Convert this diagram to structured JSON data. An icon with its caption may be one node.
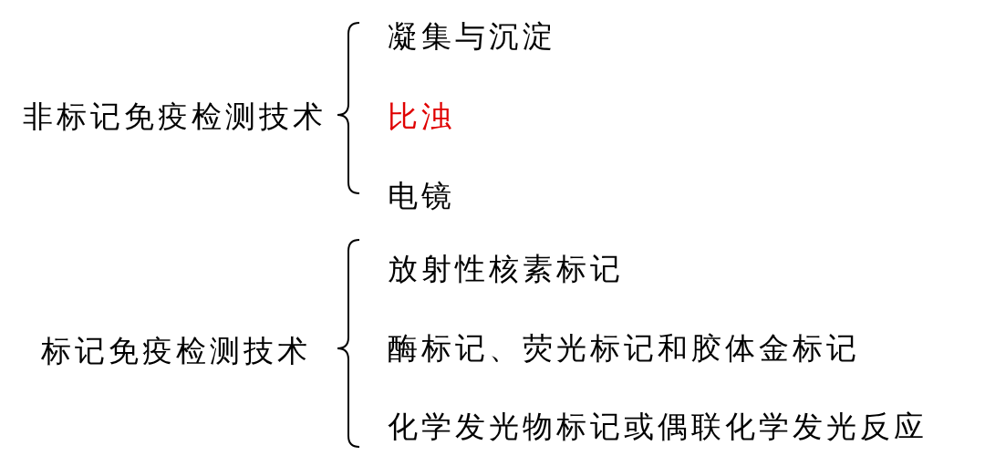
{
  "diagram": {
    "labels": [
      "非标记免疫检测技术",
      "凝集与沉淀",
      "比浊",
      "电镜",
      "标记免疫检测技术",
      "放射性核素标记",
      "酶标记、荧光标记和胶体金标记",
      "化学发光物标记或偶联化学发光反应"
    ]
  }
}
